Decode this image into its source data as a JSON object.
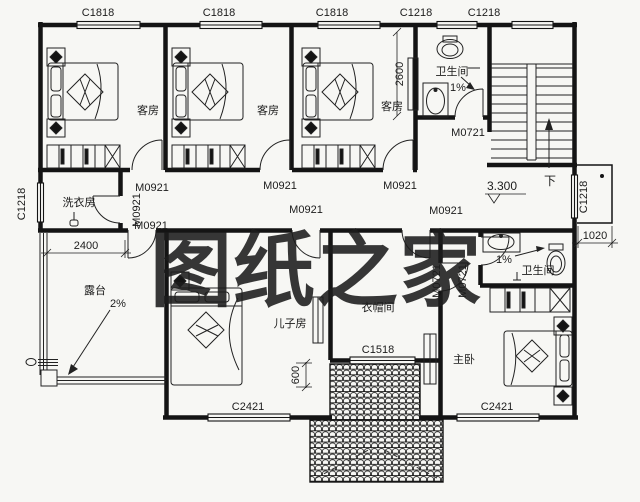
{
  "watermark": {
    "text": "图纸之家",
    "color": "#dd4141"
  },
  "windows": {
    "c1818": "C1818",
    "c1218": "C1218",
    "c2421": "C2421",
    "c1518": "C1518"
  },
  "doors": {
    "m0921": "M0921",
    "m0721": "M0721"
  },
  "rooms": {
    "guest": "客房",
    "laundry": "洗衣房",
    "terrace": "露台",
    "son": "儿子房",
    "closet": "衣帽间",
    "master": "主卧",
    "bathroom": "卫生间"
  },
  "dimensions": {
    "d2600": "2600",
    "d2400": "2400",
    "d600": "600",
    "d1020": "1020"
  },
  "annotations": {
    "level": "3.300",
    "slope1": "1%",
    "slope2": "2%",
    "stair_down": "下"
  }
}
